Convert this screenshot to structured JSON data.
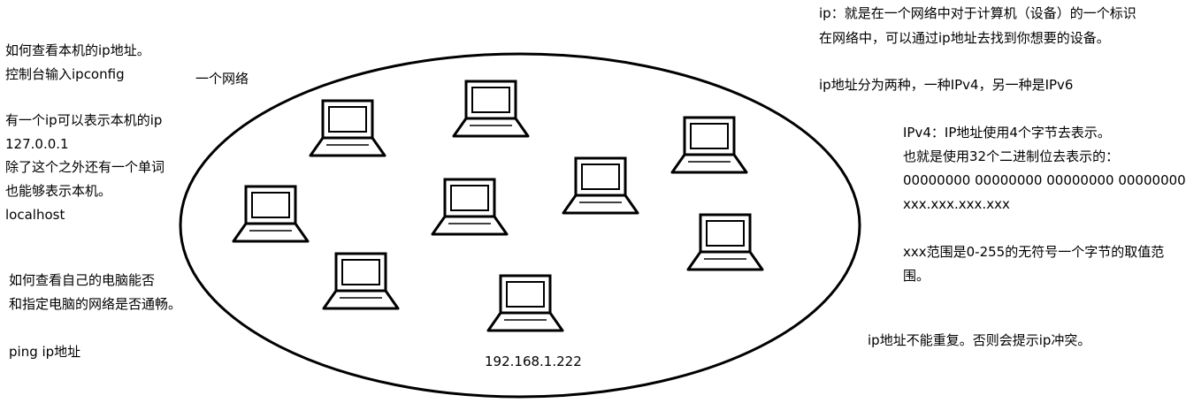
{
  "left_notes": {
    "line1": "如何查看本机的ip地址。",
    "line2": "控制台输入ipconfig",
    "line3": "有一个ip可以表示本机的ip",
    "line4": "127.0.0.1",
    "line5": "除了这个之外还有一个单词",
    "line6": "也能够表示本机。",
    "line7": "localhost",
    "line8": "如何查看自己的电脑能否",
    "line9": "和指定电脑的网络是否通畅。",
    "line10": "ping ip地址"
  },
  "network": {
    "label": "一个网络",
    "ip_label": "192.168.1.222",
    "computer_icon": "laptop-icon",
    "computers": [
      "laptop-1",
      "laptop-2",
      "laptop-3",
      "laptop-4",
      "laptop-5",
      "laptop-6",
      "laptop-7",
      "laptop-8",
      "laptop-9"
    ]
  },
  "right_notes": {
    "line1": "ip：就是在一个网络中对于计算机（设备）的一个标识",
    "line2": "在网络中，可以通过ip地址去找到你想要的设备。",
    "line3": "ip地址分为两种，一种IPv4，另一种是IPv6",
    "line4": "IPv4：IP地址使用4个字节去表示。",
    "line5": "也就是使用32个二进制位去表示的：",
    "line6": "00000000 00000000 00000000 00000000",
    "line7": "xxx.xxx.xxx.xxx",
    "line8": "xxx范围是0-255的无符号一个字节的取值范",
    "line9": "围。",
    "line10": "ip地址不能重复。否则会提示ip冲突。"
  }
}
